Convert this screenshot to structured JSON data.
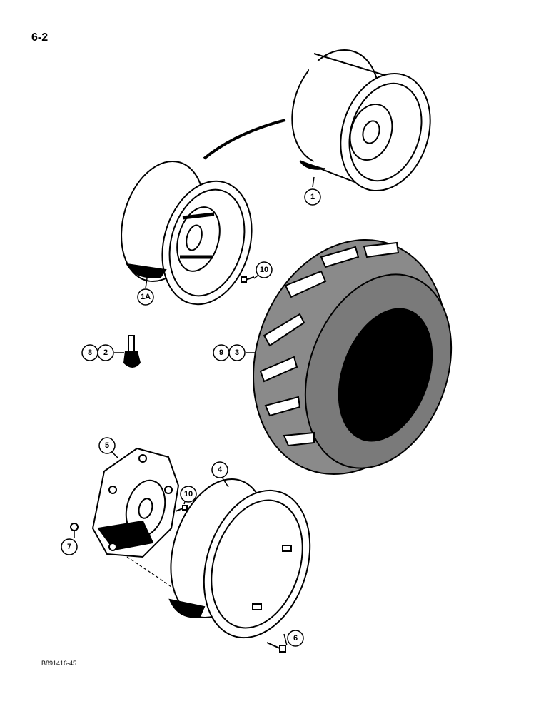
{
  "page_label": "6-2",
  "image_code": "B891416-45",
  "callouts": [
    "1",
    "1A",
    "2",
    "8",
    "3",
    "9",
    "4",
    "5",
    "6",
    "7",
    "10",
    "10"
  ]
}
